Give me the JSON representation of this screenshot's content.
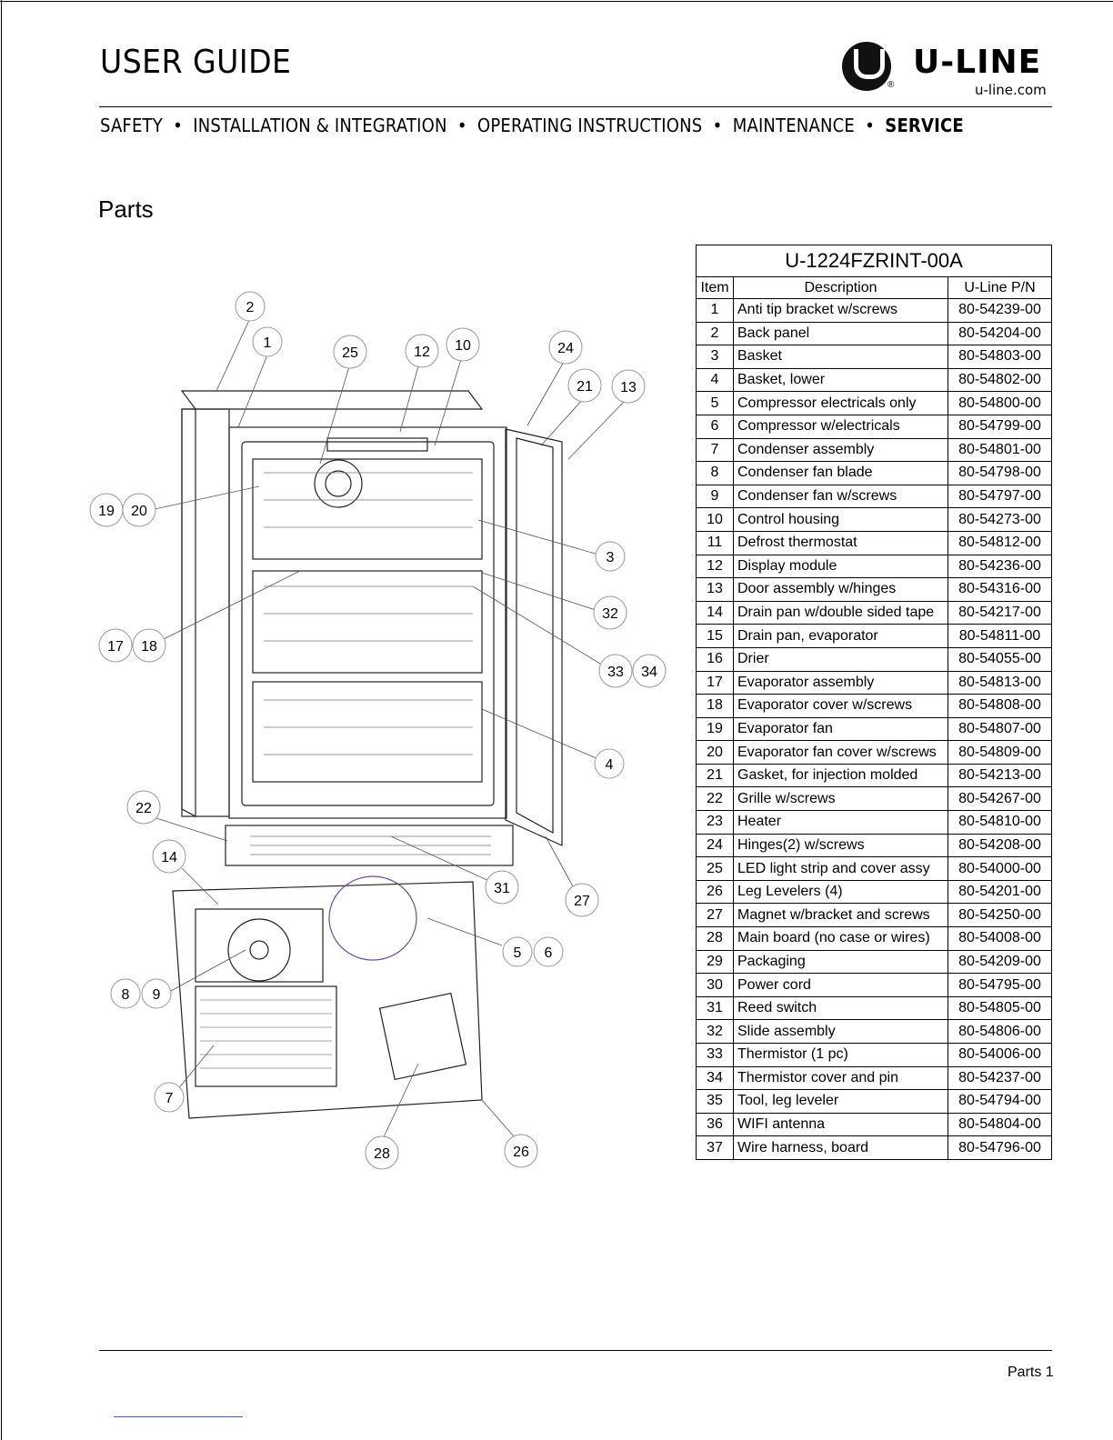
{
  "header": {
    "title": "USER GUIDE",
    "brand_name": "U-LINE",
    "brand_url": "u-line.com",
    "registered_mark": "®",
    "nav": [
      "SAFETY",
      "INSTALLATION & INTEGRATION",
      "OPERATING INSTRUCTIONS",
      "MAINTENANCE",
      "SERVICE"
    ],
    "nav_separator": "•",
    "active_nav": "SERVICE"
  },
  "section_title": "Parts",
  "diagram_callouts": [
    "1",
    "2",
    "3",
    "4",
    "5",
    "6",
    "7",
    "8",
    "9",
    "10",
    "12",
    "13",
    "14",
    "17",
    "18",
    "19",
    "20",
    "21",
    "22",
    "24",
    "25",
    "26",
    "27",
    "28",
    "31",
    "32",
    "33",
    "34"
  ],
  "parts_table": {
    "model": "U-1224FZRINT-00A",
    "columns": [
      "Item",
      "Description",
      "U-Line P/N"
    ],
    "rows": [
      [
        "1",
        "Anti tip bracket w/screws",
        "80-54239-00"
      ],
      [
        "2",
        "Back panel",
        "80-54204-00"
      ],
      [
        "3",
        "Basket",
        "80-54803-00"
      ],
      [
        "4",
        "Basket, lower",
        "80-54802-00"
      ],
      [
        "5",
        "Compressor electricals only",
        "80-54800-00"
      ],
      [
        "6",
        "Compressor w/electricals",
        "80-54799-00"
      ],
      [
        "7",
        "Condenser assembly",
        "80-54801-00"
      ],
      [
        "8",
        "Condenser fan blade",
        "80-54798-00"
      ],
      [
        "9",
        "Condenser fan w/screws",
        "80-54797-00"
      ],
      [
        "10",
        "Control housing",
        "80-54273-00"
      ],
      [
        "11",
        "Defrost thermostat",
        "80-54812-00"
      ],
      [
        "12",
        "Display module",
        "80-54236-00"
      ],
      [
        "13",
        "Door assembly w/hinges",
        "80-54316-00"
      ],
      [
        "14",
        "Drain pan w/double sided tape",
        "80-54217-00"
      ],
      [
        "15",
        "Drain pan, evaporator",
        "80-54811-00"
      ],
      [
        "16",
        "Drier",
        "80-54055-00"
      ],
      [
        "17",
        "Evaporator assembly",
        "80-54813-00"
      ],
      [
        "18",
        "Evaporator cover w/screws",
        "80-54808-00"
      ],
      [
        "19",
        "Evaporator fan",
        "80-54807-00"
      ],
      [
        "20",
        "Evaporator fan cover w/screws",
        "80-54809-00"
      ],
      [
        "21",
        "Gasket, for injection molded",
        "80-54213-00"
      ],
      [
        "22",
        "Grille w/screws",
        "80-54267-00"
      ],
      [
        "23",
        "Heater",
        "80-54810-00"
      ],
      [
        "24",
        "Hinges(2) w/screws",
        "80-54208-00"
      ],
      [
        "25",
        "LED light strip and cover assy",
        "80-54000-00"
      ],
      [
        "26",
        "Leg Levelers (4)",
        "80-54201-00"
      ],
      [
        "27",
        "Magnet w/bracket and screws",
        "80-54250-00"
      ],
      [
        "28",
        "Main board (no case or wires)",
        "80-54008-00"
      ],
      [
        "29",
        "Packaging",
        "80-54209-00"
      ],
      [
        "30",
        "Power cord",
        "80-54795-00"
      ],
      [
        "31",
        "Reed switch",
        "80-54805-00"
      ],
      [
        "32",
        "Slide assembly",
        "80-54806-00"
      ],
      [
        "33",
        "Thermistor (1 pc)",
        "80-54006-00"
      ],
      [
        "34",
        "Thermistor cover and pin",
        "80-54237-00"
      ],
      [
        "35",
        "Tool, leg leveler",
        "80-54794-00"
      ],
      [
        "36",
        "WIFI antenna",
        "80-54804-00"
      ],
      [
        "37",
        "Wire harness, board",
        "80-54796-00"
      ]
    ]
  },
  "footer": {
    "page_label": "Parts 1"
  }
}
